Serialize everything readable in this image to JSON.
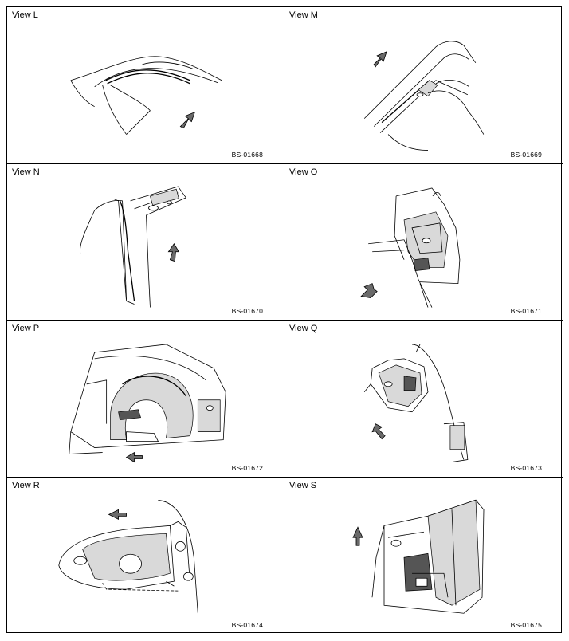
{
  "views": [
    {
      "label": "View L",
      "code": "BS-01668"
    },
    {
      "label": "View M",
      "code": "BS-01669"
    },
    {
      "label": "View N",
      "code": "BS-01670"
    },
    {
      "label": "View O",
      "code": "BS-01671"
    },
    {
      "label": "View P",
      "code": "BS-01672"
    },
    {
      "label": "View Q",
      "code": "BS-01673"
    },
    {
      "label": "View R",
      "code": "BS-01674"
    },
    {
      "label": "View S",
      "code": "BS-01675"
    }
  ]
}
